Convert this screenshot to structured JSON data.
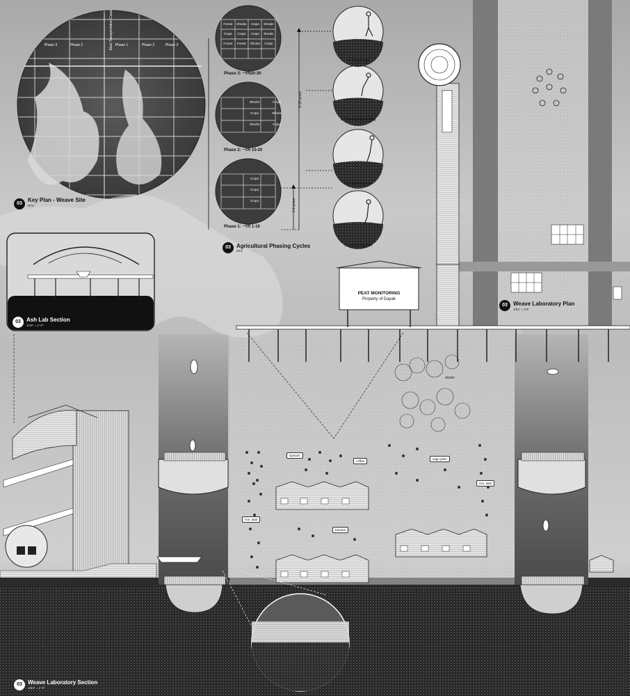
{
  "key_plan": {
    "number": "03",
    "title": "Key Plan - Weave Site",
    "scale": "NTS",
    "phase_labels": [
      "Phase 3",
      "Phase 2",
      "Phase 1",
      "Phase 2",
      "Phase 3"
    ],
    "canal_label": "Main Transportation Canal"
  },
  "agri_cycles": {
    "number": "03",
    "title": "Agricultural Phasing Cycles",
    "scale": "NTS",
    "phases": [
      {
        "caption": "Phase 3: ~YR20-30",
        "cells": [
          "Forest",
          "Shrubs",
          "Crops",
          "Shrubs",
          "Crops",
          "Crops",
          "Crops",
          "Shrubs",
          "Forest",
          "Forest",
          "Shrubs",
          "Crops"
        ]
      },
      {
        "caption": "Phase 2: ~YR 10-20",
        "cells": [
          "Shrubs",
          "Crops",
          "Crops",
          "Shrubs",
          "Shrubs",
          "Crops"
        ]
      },
      {
        "caption": "Phase 1: ~YR 1-10",
        "cells": [
          "Crops",
          "Crops",
          "Crops"
        ]
      }
    ],
    "timeline": [
      "5-15 years",
      "1-2 years"
    ]
  },
  "steps": [
    {
      "caption": "4. Replanting"
    },
    {
      "caption": "3. Planting+Harvesting"
    },
    {
      "caption": "2. Distributing ash"
    },
    {
      "caption": "1. Safety Irrigation"
    }
  ],
  "ash_lab": {
    "number": "03",
    "title": "Ash Lab Section",
    "scale": "1/16\" = 1'-0\""
  },
  "weave_plan": {
    "number": "03",
    "title": "Weave Laboratory Plan",
    "scale": "1/64\" = 1'0\""
  },
  "weave_section": {
    "number": "03",
    "title": "Weave Laboratory Section",
    "scale": "1/64\" = 1'-0\""
  },
  "sign": {
    "line1": "PEAT MONITORING",
    "line2": "Property of Dayak"
  },
  "crop_tags": {
    "durian": "durian",
    "spinach": "spinach",
    "coffee": "coffee",
    "sago_palm": "sago palm",
    "banana": "banana",
    "rice_left": "rice, tidal",
    "rice_right": "rice, tidal"
  },
  "colors": {
    "ink": "#111111",
    "paper": "#ffffff",
    "water": "#6e6e6e",
    "peat": "#1c1c1c"
  }
}
